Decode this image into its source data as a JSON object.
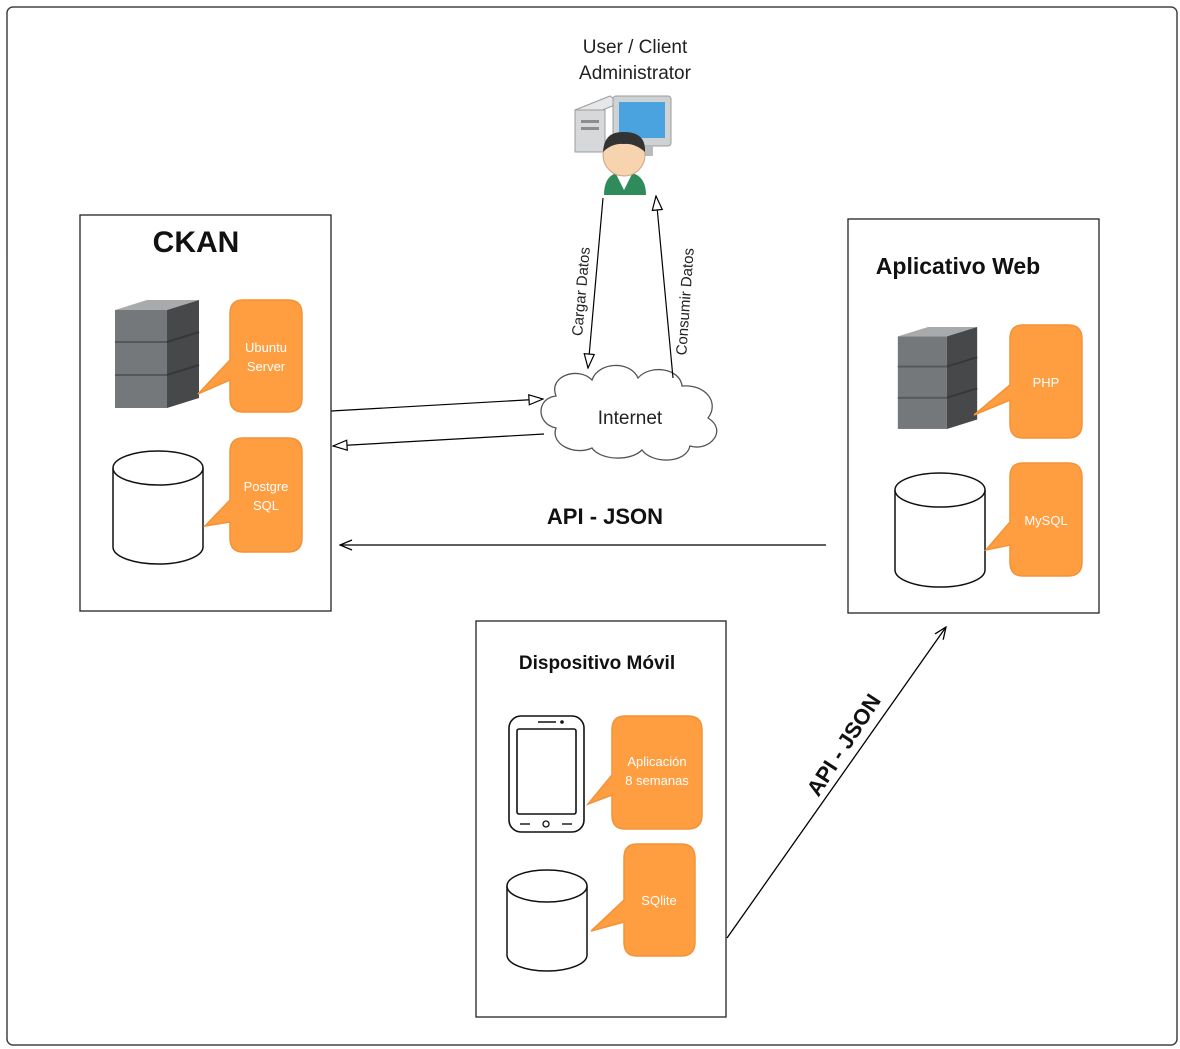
{
  "user": {
    "line1": "User / Client",
    "line2": "Administrator"
  },
  "internet": {
    "label": "Internet"
  },
  "ckan": {
    "title": "CKAN",
    "server_callout": {
      "line1": "Ubuntu",
      "line2": "Server"
    },
    "db_callout": {
      "line1": "Postgre",
      "line2": "SQL"
    }
  },
  "web": {
    "title": "Aplicativo Web",
    "server_callout": {
      "line1": "PHP"
    },
    "db_callout": {
      "line1": "MySQL"
    }
  },
  "mobile": {
    "title": "Dispositivo Móvil",
    "app_callout": {
      "line1": "Aplicación",
      "line2": "8 semanas"
    },
    "db_callout": {
      "line1": "SQlite"
    }
  },
  "edges": {
    "upload": "Cargar Datos",
    "consume": "Consumir Datos",
    "api_web_ckan": "API - JSON",
    "api_mobile_web": "API - JSON"
  },
  "colors": {
    "callout_fill": "#ff9e40",
    "callout_stroke": "#f39237",
    "server": "#6e7174"
  }
}
